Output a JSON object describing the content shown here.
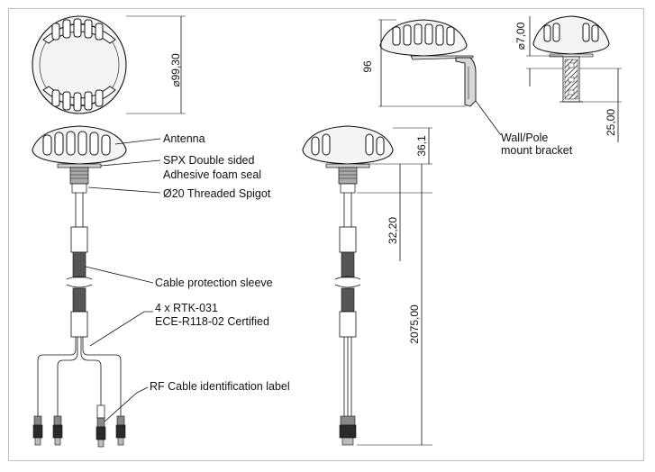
{
  "callouts": {
    "antenna": "Antenna",
    "seal_line1": "SPX Double sided",
    "seal_line2": "Adhesive foam seal",
    "spigot": "Ø20 Threaded Spigot",
    "sleeve": "Cable protection sleeve",
    "connectors_line1": "4 x RTK-031",
    "connectors_line2": "ECE-R118-02 Certified",
    "label": "RF Cable identification label",
    "bracket_line1": "Wall/Pole",
    "bracket_line2": "mount bracket"
  },
  "dimensions": {
    "top_diameter": "⌀99,30",
    "bracket_height": "96",
    "pole_diameter": "⌀7,00",
    "pole_offset": "25,00",
    "antenna_height": "36,1",
    "spigot_length": "32,20",
    "cable_length": "2075,00"
  }
}
